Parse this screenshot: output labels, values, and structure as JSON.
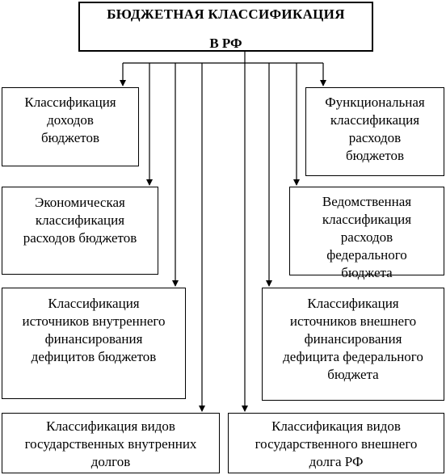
{
  "diagram": {
    "title_line1": "БЮДЖЕТНАЯ КЛАССИФИКАЦИЯ",
    "title_line2": "В РФ",
    "nodes": {
      "income": "Классификация\nдоходов\nбюджетов",
      "functional": "Функциональная\nклассификация\nрасходов\nбюджетов",
      "economic": "Экономическая\nклассификация\nрасходов бюджетов",
      "departmental": "Ведомственная\nклассификация\nрасходов\nфедерального\nбюджета",
      "internal_financing": "Классификация\nисточников внутреннего\nфинансирования\nдефицитов бюджетов",
      "external_financing": "Классификация\nисточников внешнего\nфинансирования\nдефицита федерального\nбюджета",
      "internal_debt": "Классификация видов\nгосударственных внутренних\nдолгов",
      "external_debt": "Классификация видов\nгосударственного внешнего\nдолга РФ"
    }
  }
}
